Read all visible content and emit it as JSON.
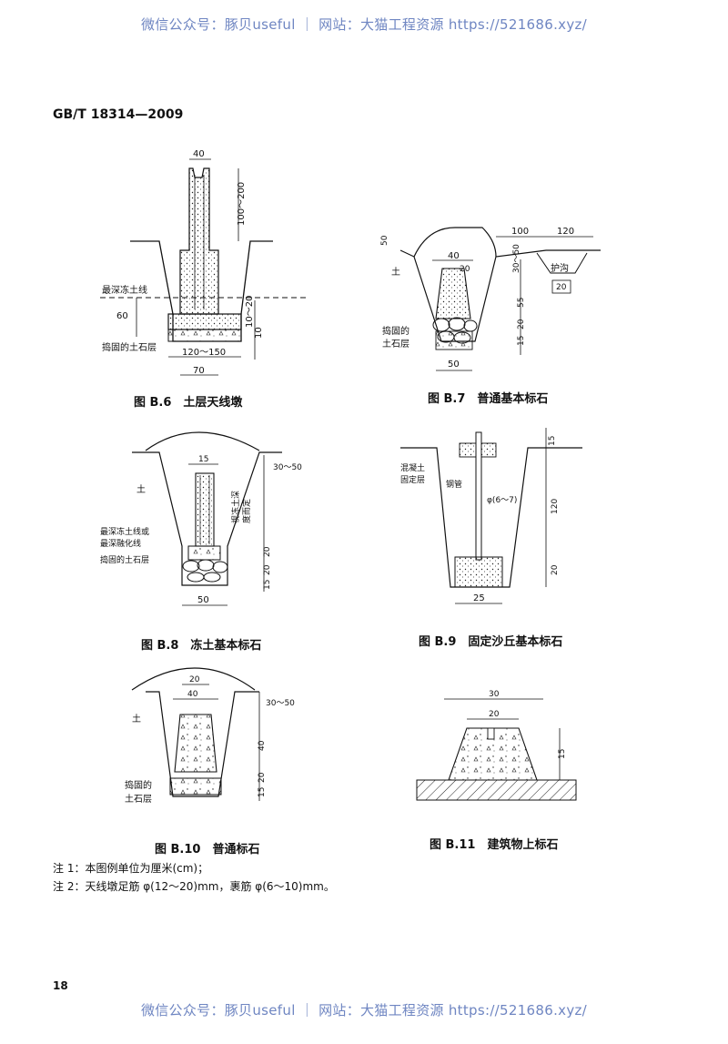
{
  "watermark_top": "微信公众号：豚贝useful ｜ 网站：大猫工程资源 https://521686.xyz/",
  "watermark_bottom": "微信公众号：豚贝useful ｜ 网站：大猫工程资源 https://521686.xyz/",
  "standard_code": "GB/T 18314—2009",
  "figures": {
    "b6": {
      "caption": "图 B.6　土层天线墩",
      "dim_top": "40",
      "dim_height": "100～200",
      "label_frost": "最深冻土线",
      "dim_60": "60",
      "dim_10_20": "10～20",
      "dim_10": "10",
      "label_rammed": "捣固的土石层",
      "dim_base": "120～150",
      "dim_70": "70"
    },
    "b7": {
      "caption": "图 B.7　普通基本标石",
      "dim_50": "50",
      "dim_100": "100",
      "dim_120": "120",
      "label_soil": "土",
      "dim_40": "40",
      "dim_20_top": "20",
      "dim_30_50": "30～50",
      "label_ditch": "护沟",
      "dim_55": "55",
      "dim_20_ditch": "20",
      "dim_20": "20",
      "label_rammed_1": "捣固的",
      "label_rammed_2": "土石层",
      "dim_15": "15",
      "dim_base": "50"
    },
    "b8": {
      "caption": "图 B.8　冻土基本标石",
      "dim_15": "15",
      "dim_30_50": "30～50",
      "label_soil": "土",
      "label_depth_1": "视冻土深",
      "label_depth_2": "度而定",
      "label_frost_1": "最深冻土线或",
      "label_frost_2": "最深融化线",
      "label_rammed": "捣固的土石层",
      "dim_20a": "20",
      "dim_20b": "20",
      "dim_15b": "15",
      "dim_base": "50"
    },
    "b9": {
      "caption": "图 B.9　固定沙丘基本标石",
      "dim_15": "15",
      "label_concrete_1": "混凝土",
      "label_concrete_2": "固定层",
      "label_pipe": "钢管",
      "label_phi": "φ(6～7)",
      "dim_120": "120",
      "dim_20": "20",
      "dim_base": "25"
    },
    "b10": {
      "caption": "图 B.10　普通标石",
      "dim_20": "20",
      "dim_40_top": "40",
      "dim_30_50": "30～50",
      "label_soil": "土",
      "dim_40": "40",
      "dim_20b": "20",
      "dim_15": "15",
      "label_rammed_1": "捣固的",
      "label_rammed_2": "土石层"
    },
    "b11": {
      "caption": "图 B.11　建筑物上标石",
      "dim_30": "30",
      "dim_20": "20",
      "dim_15": "15"
    }
  },
  "notes": [
    "注 1：本图例单位为厘米(cm)；",
    "注 2：天线墩足筋 φ(12～20)mm，裹筋 φ(6～10)mm。"
  ],
  "page_number": "18"
}
